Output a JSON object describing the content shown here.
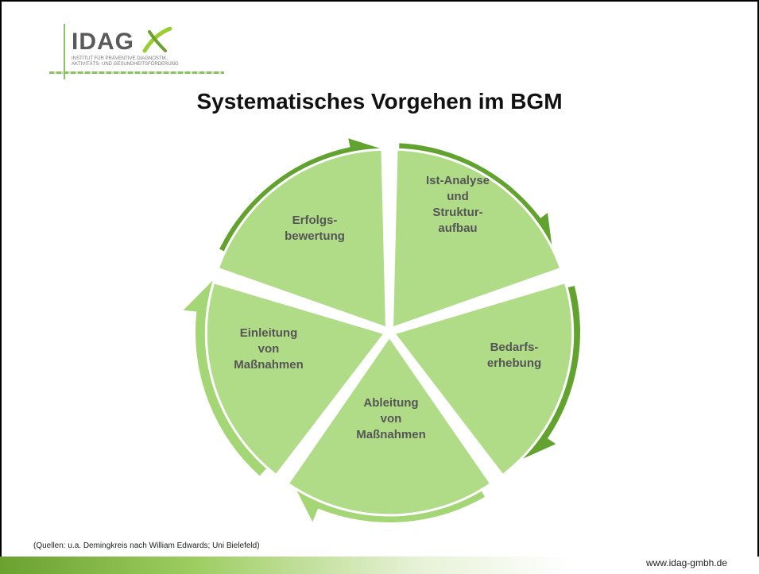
{
  "logo": {
    "name": "IDAG",
    "subtitle_line1": "INSTITUT FÜR PRÄVENTIVE DIAGNOSTIK,",
    "subtitle_line2": "AKTIVITÄTS- UND GESUNDHEITSFÖRDERUNG"
  },
  "title": "Systematisches Vorgehen im BGM",
  "segments": [
    {
      "lines": [
        "Ist-Analyse",
        "und",
        "Struktur-",
        "aufbau"
      ]
    },
    {
      "lines": [
        "Bedarfs-",
        "erhebung"
      ]
    },
    {
      "lines": [
        "Ableitung",
        "von",
        "Maßnahmen"
      ]
    },
    {
      "lines": [
        "Einleitung",
        "von",
        "Maßnahmen"
      ]
    },
    {
      "lines": [
        "Erfolgs-",
        "bewertung"
      ]
    }
  ],
  "source_note": "(Quellen: u.a. Demingkreis nach  William Edwards; Uni Bielefeld)",
  "website": "www.idag-gmbh.de",
  "colors": {
    "segment_fill": "#b0dc88",
    "arrow_dark": "#62a22f",
    "arrow_light": "#a5d676",
    "label_text": "#555555"
  }
}
